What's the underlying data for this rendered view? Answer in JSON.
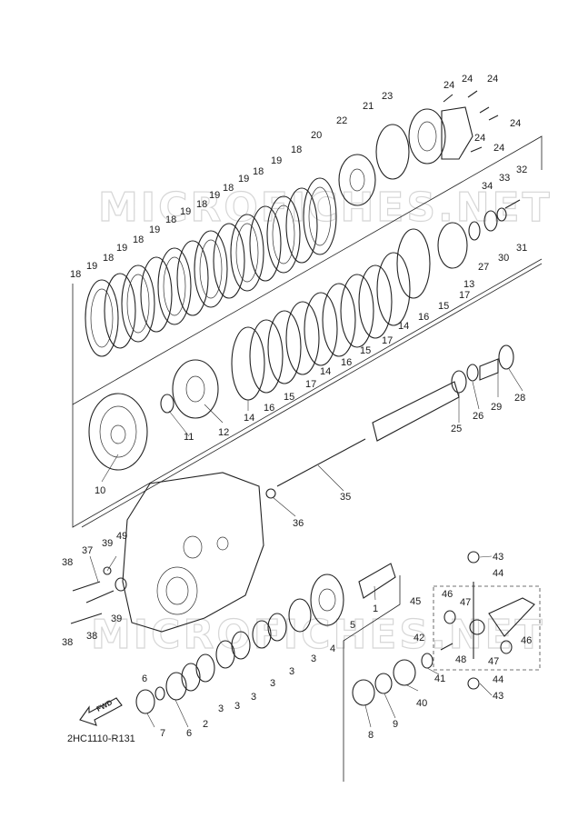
{
  "diagram_code": "2HC1110-R131",
  "fwd_label": "FWD",
  "watermark_text": "MICROFICHES.NET",
  "callouts": [
    "1",
    "2",
    "3",
    "4",
    "5",
    "6",
    "7",
    "8",
    "9",
    "10",
    "11",
    "12",
    "13",
    "14",
    "15",
    "16",
    "17",
    "18",
    "19",
    "20",
    "21",
    "22",
    "23",
    "24",
    "25",
    "26",
    "27",
    "28",
    "29",
    "30",
    "31",
    "32",
    "33",
    "34",
    "35",
    "36",
    "37",
    "38",
    "39",
    "40",
    "41",
    "42",
    "43",
    "44",
    "45",
    "46",
    "47",
    "48",
    "49"
  ]
}
